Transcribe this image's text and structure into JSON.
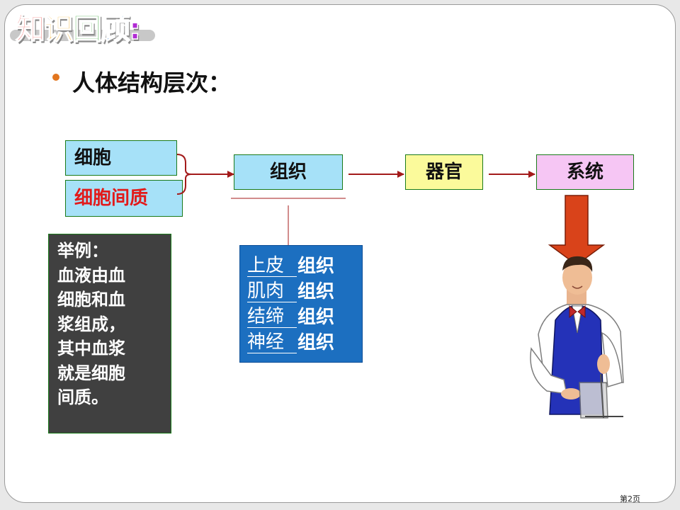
{
  "title": {
    "chars": [
      "知",
      "识",
      "回",
      "顾",
      ":"
    ]
  },
  "heading": "人体结构层次：",
  "flow": {
    "cell": "细胞",
    "interstitial": "细胞间质",
    "tissue": "组织",
    "organ": "器官",
    "system": "系统"
  },
  "example": {
    "lines": [
      "举例：",
      "血液由血",
      "细胞和血",
      "浆组成，",
      "其中血浆",
      "就是细胞",
      "间质。"
    ]
  },
  "tissue_types": {
    "suffix": "组织",
    "items": [
      "上皮",
      "肌肉",
      "结缔",
      "神经"
    ]
  },
  "footer": {
    "page_label": "第2页"
  },
  "colors": {
    "light_blue_box": "#a6e1f8",
    "organ_box": "#fbfa9b",
    "system_box": "#f6c6f4",
    "dark_panel": "#404040",
    "blue_panel": "#1c6fc0",
    "arrow": "#a31a1a",
    "down_arrow": "#d9431a",
    "bullet": "#e2761f"
  }
}
